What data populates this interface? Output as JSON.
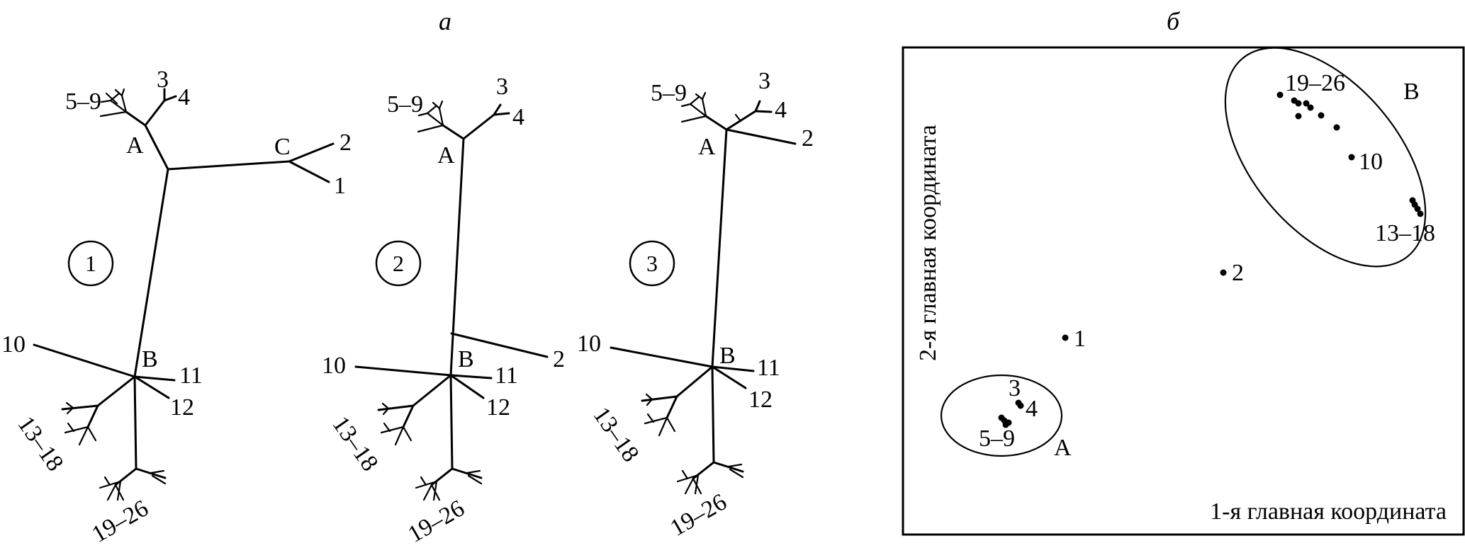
{
  "panel_a": {
    "letter": "а",
    "trees": [
      {
        "badge": "1",
        "labels": {
          "A": "A",
          "B": "B",
          "C": "C",
          "n1": "1",
          "n2": "2",
          "n3": "3",
          "n4": "4",
          "n59": "5–9",
          "n10": "10",
          "n11": "11",
          "n12": "12",
          "n1318": "13–18",
          "n1926": "19–26"
        }
      },
      {
        "badge": "2",
        "labels": {
          "A": "A",
          "B": "B",
          "n2": "2",
          "n3": "3",
          "n4": "4",
          "n59": "5–9",
          "n10": "10",
          "n11": "11",
          "n12": "12",
          "n1318": "13–18",
          "n1926": "19–26"
        }
      },
      {
        "badge": "3",
        "labels": {
          "A": "A",
          "B": "B",
          "n2": "2",
          "n3": "3",
          "n4": "4",
          "n59": "5–9",
          "n10": "10",
          "n11": "11",
          "n12": "12",
          "n1318": "13–18",
          "n1926": "19–26"
        }
      }
    ]
  },
  "panel_b": {
    "letter": "б",
    "y_axis_label": "2-я главная координата",
    "x_axis_label": "1-я главная координата",
    "cluster_A": {
      "name": "A",
      "labels": [
        "3",
        "4",
        "5–9"
      ]
    },
    "cluster_B": {
      "name": "B",
      "labels": [
        "19–26",
        "10",
        "13–18"
      ]
    },
    "points": [
      {
        "label": "1"
      },
      {
        "label": "2"
      }
    ]
  }
}
